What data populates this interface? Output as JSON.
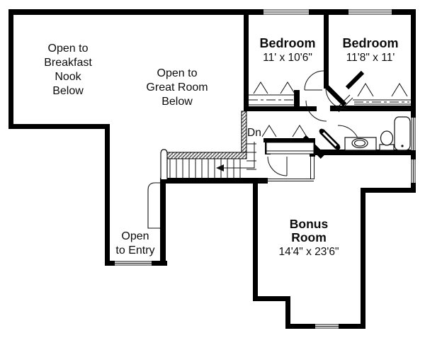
{
  "plan": {
    "colors": {
      "wall": "#000000",
      "background": "#ffffff",
      "line": "#111111"
    },
    "rooms": {
      "breakfast_nook_open": {
        "lines": [
          "Open to",
          "Breakfast",
          "Nook",
          "Below"
        ]
      },
      "great_room_open": {
        "lines": [
          "Open to",
          "Great Room",
          "Below"
        ]
      },
      "entry_open": {
        "lines": [
          "Open",
          "to Entry"
        ]
      },
      "bedroom_left": {
        "name": "Bedroom",
        "dimensions": "11' x 10'6\""
      },
      "bedroom_right": {
        "name": "Bedroom",
        "dimensions": "11'8\" x 11'"
      },
      "bonus_room": {
        "name_lines": [
          "Bonus",
          "Room"
        ],
        "dimensions": "14'4\" x 23'6\""
      }
    },
    "stairs": {
      "direction_label": "Dn"
    },
    "symbols": {
      "bathtub": "bathtub-symbol",
      "toilet": "toilet-symbol",
      "sink": "sink-vanity-symbol",
      "closet_hangers": "clothes-hanger-symbol",
      "stair_arrow": "down-direction-arrow",
      "windows": "window-symbol",
      "doors": "door-swing-symbol"
    }
  }
}
